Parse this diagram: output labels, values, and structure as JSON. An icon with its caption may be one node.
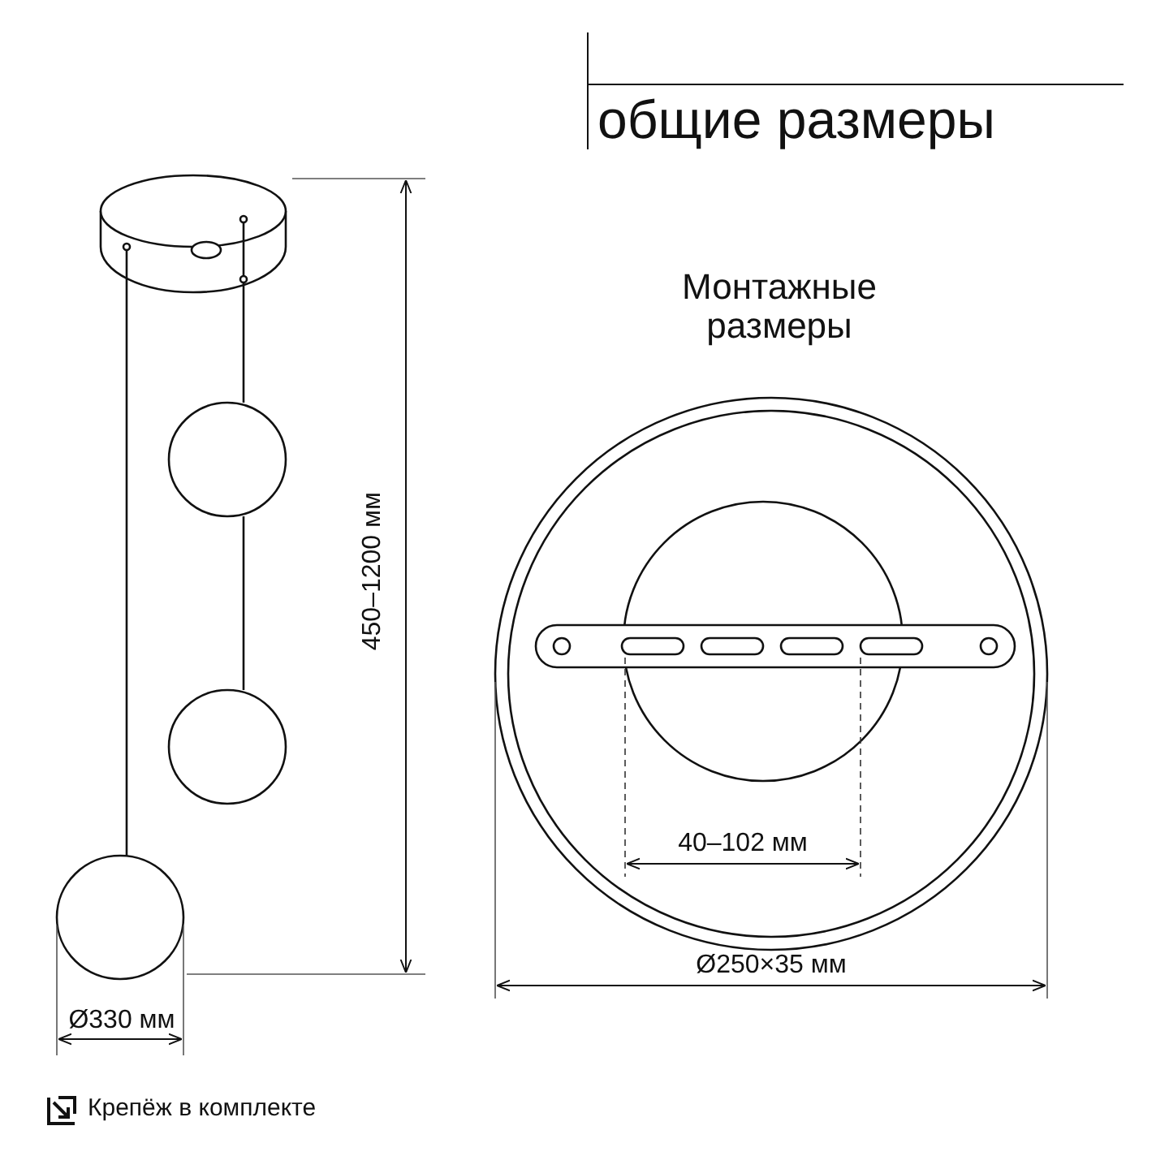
{
  "diagram": {
    "title": "общие размеры",
    "labels": [
      "Монтажные размеры",
      "450–1200 мм",
      "Ø330 мм",
      "40–102 мм",
      "Ø250×35 мм",
      "Крепёж в комплекте"
    ]
  }
}
